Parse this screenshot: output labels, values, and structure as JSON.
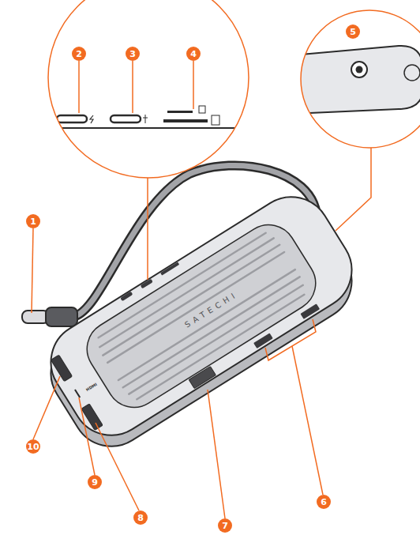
{
  "diagram": {
    "labels": [
      "2",
      "3",
      "4",
      "5",
      "1",
      "SATECHI",
      "HDMI",
      "10",
      "9",
      "8",
      "7",
      "6"
    ]
  }
}
